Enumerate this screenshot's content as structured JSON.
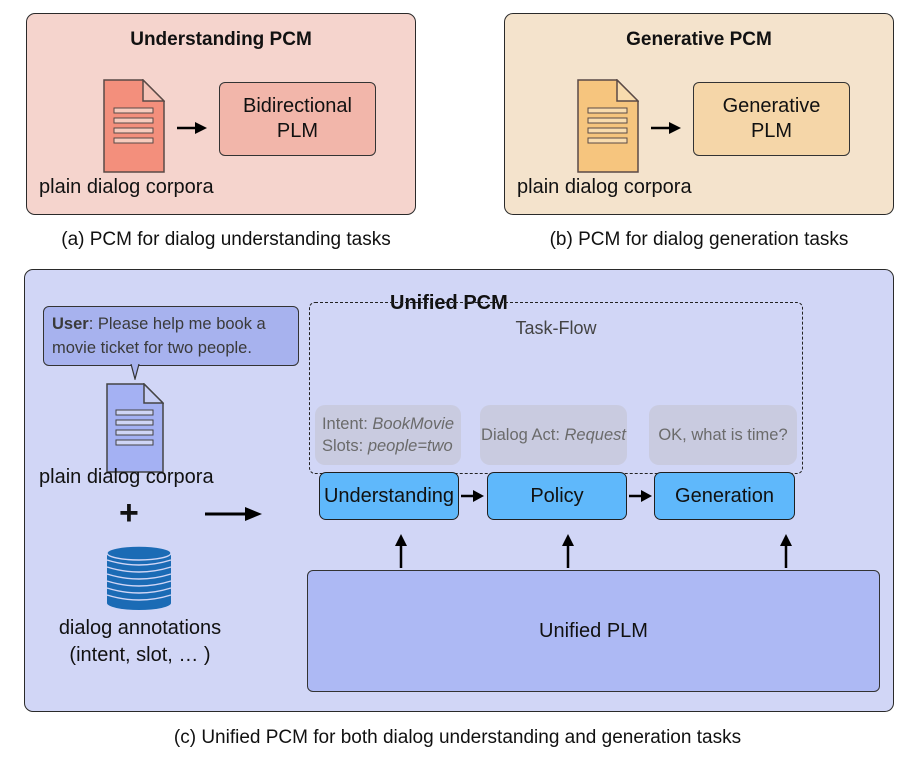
{
  "panel_a": {
    "title": "Understanding PCM",
    "corpus_label": "plain dialog corpora",
    "model_line1": "Bidirectional",
    "model_line2": "PLM",
    "caption": "(a) PCM for dialog understanding tasks",
    "colors": {
      "bg": "#f5d4cd",
      "doc": "#f38f7c",
      "model": "#f2b6aa"
    }
  },
  "panel_b": {
    "title": "Generative PCM",
    "corpus_label": "plain dialog corpora",
    "model_line1": "Generative",
    "model_line2": "PLM",
    "caption": "(b) PCM for dialog generation tasks",
    "colors": {
      "bg": "#f4e3cc",
      "doc": "#f6c57e",
      "model": "#f5d6a8"
    }
  },
  "panel_c": {
    "title": "Unified PCM",
    "speech": {
      "speaker": "User",
      "line1": ": Please help me book a",
      "line2": "movie  ticket for two people."
    },
    "corpus_label": "plain dialog corpora",
    "plus": "+",
    "annotations_line1": "dialog annotations",
    "annotations_line2": "(intent, slot, … )",
    "taskflow_label": "Task-Flow",
    "hints": {
      "understanding": {
        "l1_prefix": "Intent: ",
        "l1_value": "BookMovie",
        "l2_prefix": "Slots: ",
        "l2_value": "people=two"
      },
      "policy": {
        "prefix": "Dialog Act: ",
        "value": "Request"
      },
      "generation": {
        "text": "OK, what is time?"
      }
    },
    "modules": [
      "Understanding",
      "Policy",
      "Generation"
    ],
    "plm_label": "Unified PLM",
    "caption": "(c) Unified PCM for both dialog understanding and generation tasks",
    "colors": {
      "bg": "#d1d6f6",
      "doc": "#a4b1f3",
      "speech": "#a7b2ee",
      "plm": "#adb9f4",
      "module": "#5fb8fb",
      "db": "#1b6bb5"
    }
  }
}
